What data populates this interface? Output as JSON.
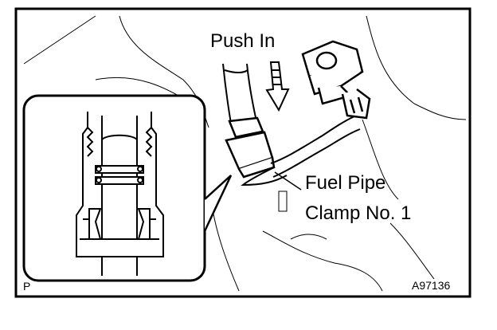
{
  "figure": {
    "push_label": "Push In",
    "callout_line1": "Fuel Pipe",
    "callout_line2": "Clamp No. 1",
    "figure_id": "A97136",
    "view_letter": "P"
  },
  "colors": {
    "ink": "#000000",
    "paper": "#ffffff"
  }
}
